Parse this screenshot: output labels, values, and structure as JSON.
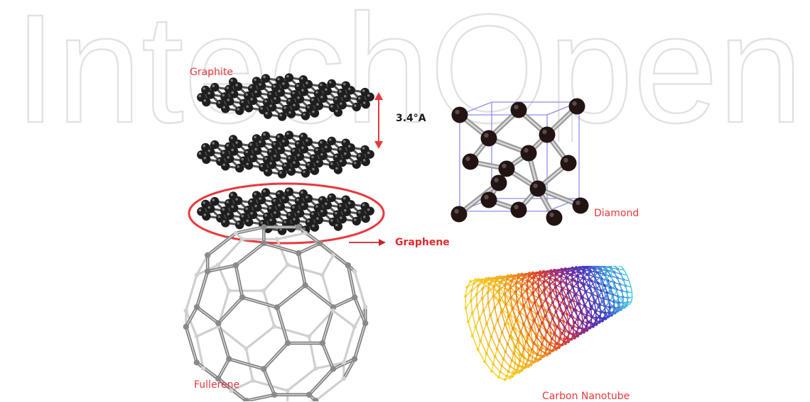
{
  "watermark": {
    "text": "IntechOpen",
    "color": "#e6e6e6"
  },
  "labels": {
    "graphite": "Graphite",
    "spacing": "3.4°A",
    "graphene": "Graphene",
    "diamond": "Diamond",
    "fullerene": "Fullerene",
    "nanotube": "Carbon Nanotube"
  },
  "colors": {
    "label_red": "#e8383d",
    "atom": "#1e1e1e",
    "bond": "#555555",
    "highlight": "#e8383d",
    "cube_edge": "#8e8ef0",
    "fullerene": "#a8a8a8"
  }
}
